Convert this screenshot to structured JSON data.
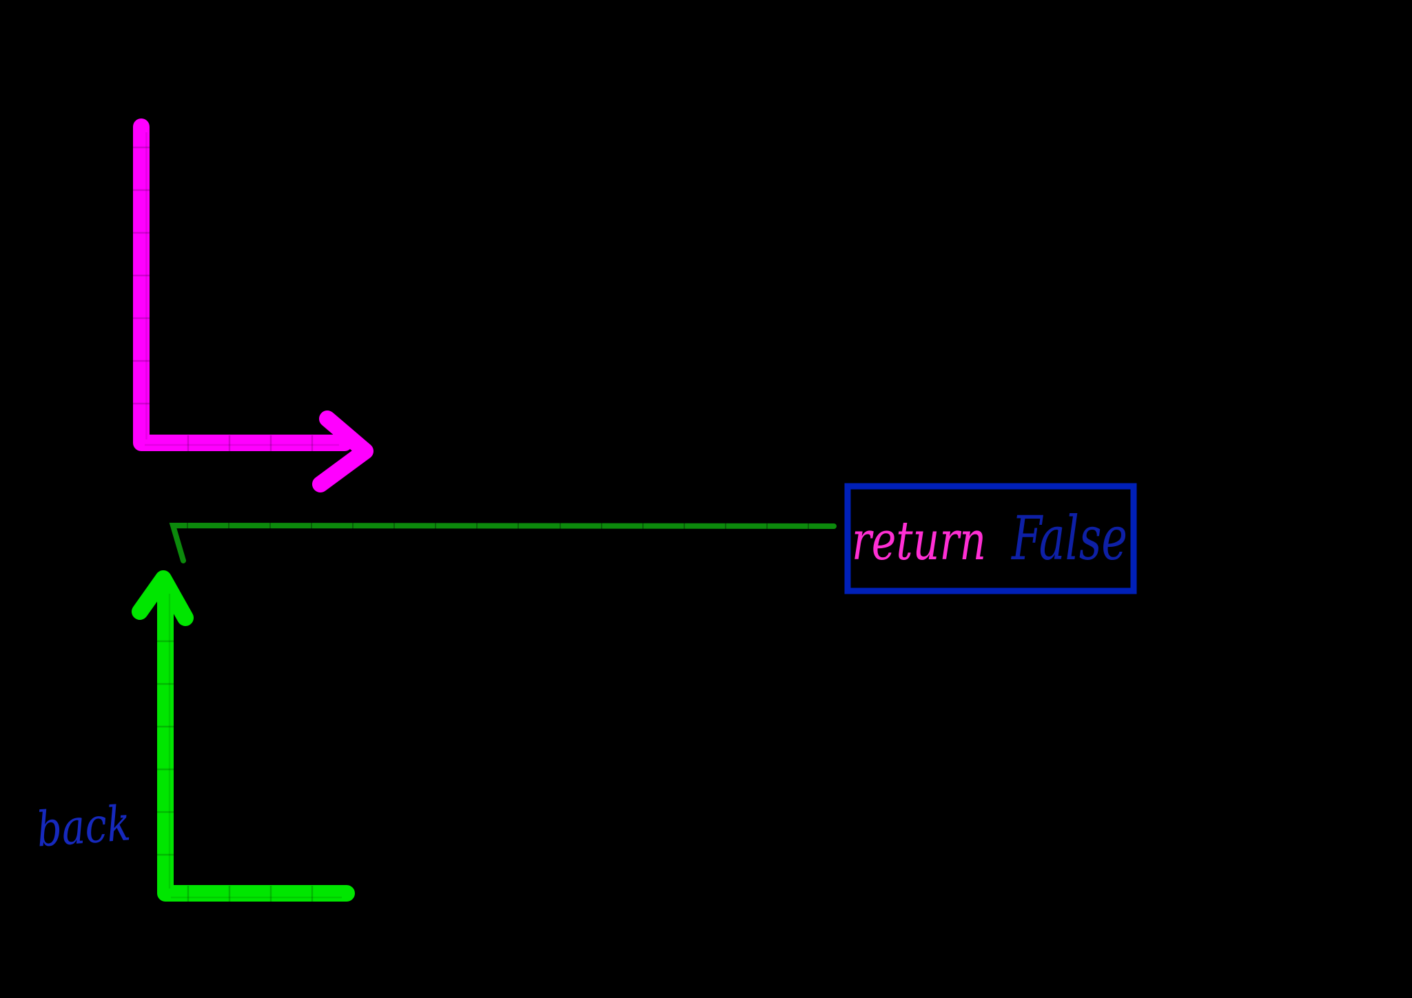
{
  "canvas": {
    "background_color": "#000000"
  },
  "annotations": {
    "pink_elbow_arrow": {
      "color": "#ff00ff"
    },
    "green_return_line": {
      "color": "#0c8a0c"
    },
    "result_box": {
      "border_color": "#0020b8",
      "word_return": {
        "text": "return",
        "color": "#ff2fd4"
      },
      "word_false": {
        "text": "False",
        "color": "#0e20a6"
      }
    },
    "green_up_arrow": {
      "color": "#00e600"
    },
    "back_label": {
      "text": "back",
      "color": "#1629bd"
    }
  }
}
